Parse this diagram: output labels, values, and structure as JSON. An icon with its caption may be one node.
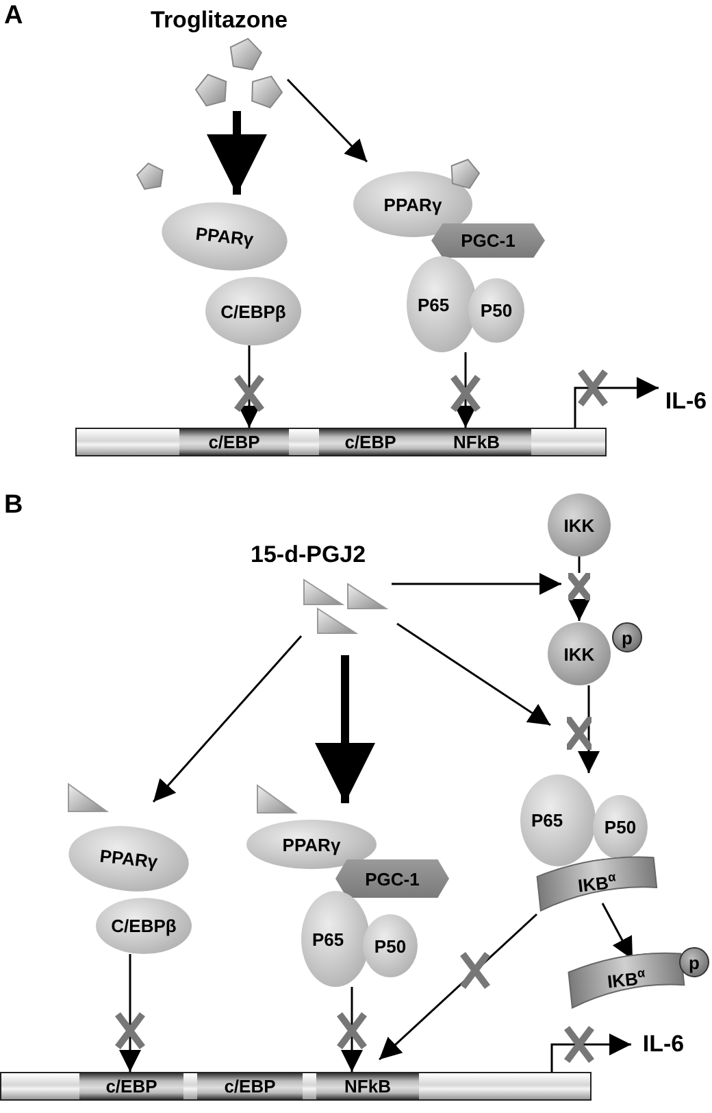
{
  "diagram": {
    "nodes": [
      {
        "text": [],
        "shape": "pentagon",
        "beside": [
          "Troglitazone"
        ]
      },
      {
        "text": [
          "PPARγ"
        ]
      },
      {
        "text": [
          "C/EBPβ"
        ]
      },
      {
        "text": [
          "PPARγ"
        ]
      },
      {
        "text": [
          "PGC-1"
        ]
      },
      {
        "text": [
          "P65"
        ]
      },
      {
        "text": [
          "P50"
        ]
      },
      {
        "text": [],
        "shape": "bar"
      },
      {
        "text": [
          "c/EBP"
        ],
        "in": 7
      },
      {
        "text": [
          "c/EBP"
        ],
        "in": 7
      },
      {
        "text": [
          "NFkB"
        ],
        "in": 7
      },
      {
        "text": [
          "IL-6"
        ]
      },
      {
        "text": [],
        "shape": "triangle",
        "beside": [
          "15-d-PGJ2"
        ]
      },
      {
        "text": [
          "IKK"
        ]
      },
      {
        "text": [
          "IKK"
        ]
      },
      {
        "text": [
          "p"
        ]
      },
      {
        "text": [
          "PPARγ"
        ]
      },
      {
        "text": [
          "C/EBPβ"
        ]
      },
      {
        "text": [
          "PPARγ"
        ]
      },
      {
        "text": [
          "PGC-1"
        ]
      },
      {
        "text": [
          "P65"
        ]
      },
      {
        "text": [
          "P50"
        ]
      },
      {
        "text": [
          "P65"
        ]
      },
      {
        "text": [
          "P50"
        ]
      },
      {
        "text": [
          "IKB$^{α}$"
        ]
      },
      {
        "text": [
          "IKB$^{α}$"
        ]
      },
      {
        "text": [
          "p"
        ]
      },
      {
        "text": [],
        "shape": "bar"
      },
      {
        "text": [
          "c/EBP"
        ],
        "in": 27
      },
      {
        "text": [
          "c/EBP"
        ],
        "in": 27
      },
      {
        "text": [
          "NFkB"
        ],
        "in": 27
      },
      {
        "text": [
          "IL-6"
        ]
      },
      {
        "text": [],
        "shape": "cross"
      },
      {
        "text": [],
        "shape": "cross"
      }
    ],
    "edges": [
      {
        "from": 0,
        "to": 1,
        "arrow": "to",
        "style": "thick"
      },
      {
        "from": 0,
        "to": 3,
        "arrow": "to"
      },
      {
        "from": 2,
        "to": 8,
        "arrow": "to"
      },
      {
        "from": 5,
        "to": 10,
        "arrow": "to"
      },
      {
        "from": 7,
        "to": 11,
        "arrow": "to"
      },
      {
        "from": 12,
        "to": 32,
        "arrow": "to"
      },
      {
        "from": 13,
        "to": 32,
        "arrow": "none"
      },
      {
        "from": 12,
        "to": 33,
        "arrow": "to"
      },
      {
        "from": 14,
        "to": 22,
        "arrow": "to"
      },
      {
        "from": 12,
        "to": 16,
        "arrow": "to"
      },
      {
        "from": 12,
        "to": 18,
        "arrow": "to",
        "style": "thick"
      },
      {
        "from": 17,
        "to": 28,
        "arrow": "to"
      },
      {
        "from": 20,
        "to": 30,
        "arrow": "to"
      },
      {
        "from": 24,
        "to": 25,
        "arrow": "to"
      },
      {
        "from": 24,
        "to": 30,
        "arrow": "to"
      },
      {
        "from": 27,
        "to": 31,
        "arrow": "to"
      },
      {
        "from": 32,
        "to": 14,
        "arrow": "to"
      }
    ],
    "labels": [
      "A",
      "B"
    ]
  }
}
